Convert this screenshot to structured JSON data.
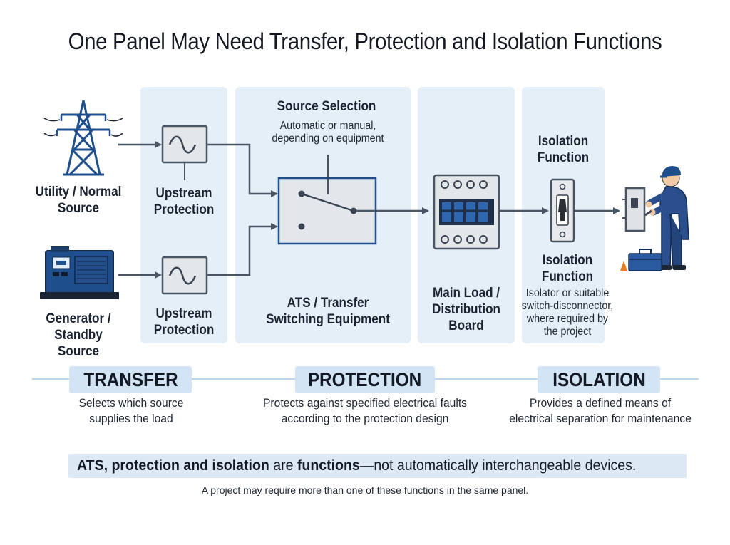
{
  "title": "One Panel May Need Transfer, Protection and Isolation Functions",
  "sources": {
    "utility": "Utility / Normal Source",
    "generator": "Generator / Standby Source"
  },
  "upstream_protection": {
    "top": "Upstream Protection",
    "bottom": "Upstream Protection"
  },
  "source_selection": {
    "heading": "Source Selection",
    "note": "Automatic or manual, depending on equipment"
  },
  "ats_label": "ATS / Transfer Switching Equipment",
  "main_board": "Main Load / Distribution Board",
  "isolation": {
    "top_label": "Isolation Function",
    "bottom_label": "Isolation Function",
    "note": "Isolator or suitable switch-disconnector, where required by the project"
  },
  "functions": [
    {
      "tag": "TRANSFER",
      "desc": "Selects which source supplies the load"
    },
    {
      "tag": "PROTECTION",
      "desc": "Protects against specified electrical faults according to the protection design"
    },
    {
      "tag": "ISOLATION",
      "desc": "Provides a defined means of electrical separation for maintenance"
    }
  ],
  "banner": {
    "part1": "ATS, protection and isolation",
    "part2": " are ",
    "part3": "functions",
    "part4": "—not automatically interchangeable devices."
  },
  "footnote": "A project may require more than one of these functions in the same panel.",
  "colors": {
    "panel": "#e4eff8",
    "tag_bg": "#d3e5f4",
    "navy": "#1f4e8c",
    "wire": "#4a5563",
    "banner_bg": "#dce9f5"
  }
}
